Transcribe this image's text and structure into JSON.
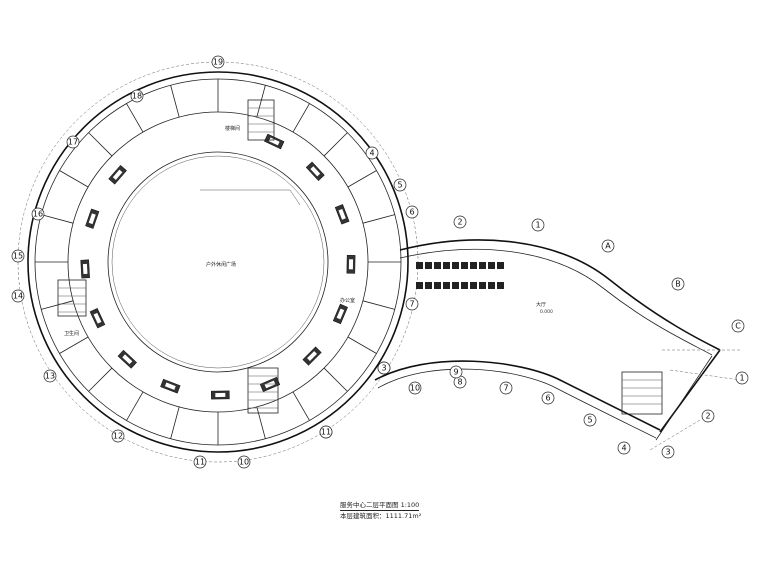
{
  "drawing": {
    "title": "服务中心二层平面图",
    "scale": "1:100",
    "area": "本层建筑面积：1111.71m²",
    "center_label": "户外休闲广场",
    "label_restroom": "卫生间",
    "label_stair": "楼梯间",
    "label_hall": "大厅",
    "label_office": "办公室",
    "elev_small": "0.000",
    "grid_bubbles": [
      "19",
      "18",
      "17",
      "16",
      "15",
      "14",
      "13",
      "12",
      "11",
      "10",
      "9",
      "8",
      "7",
      "6",
      "5",
      "4",
      "3",
      "2",
      "1",
      "A",
      "B",
      "C",
      "1",
      "2",
      "3",
      "4",
      "5",
      "6",
      "7",
      "8",
      "9",
      "10",
      "11"
    ]
  }
}
